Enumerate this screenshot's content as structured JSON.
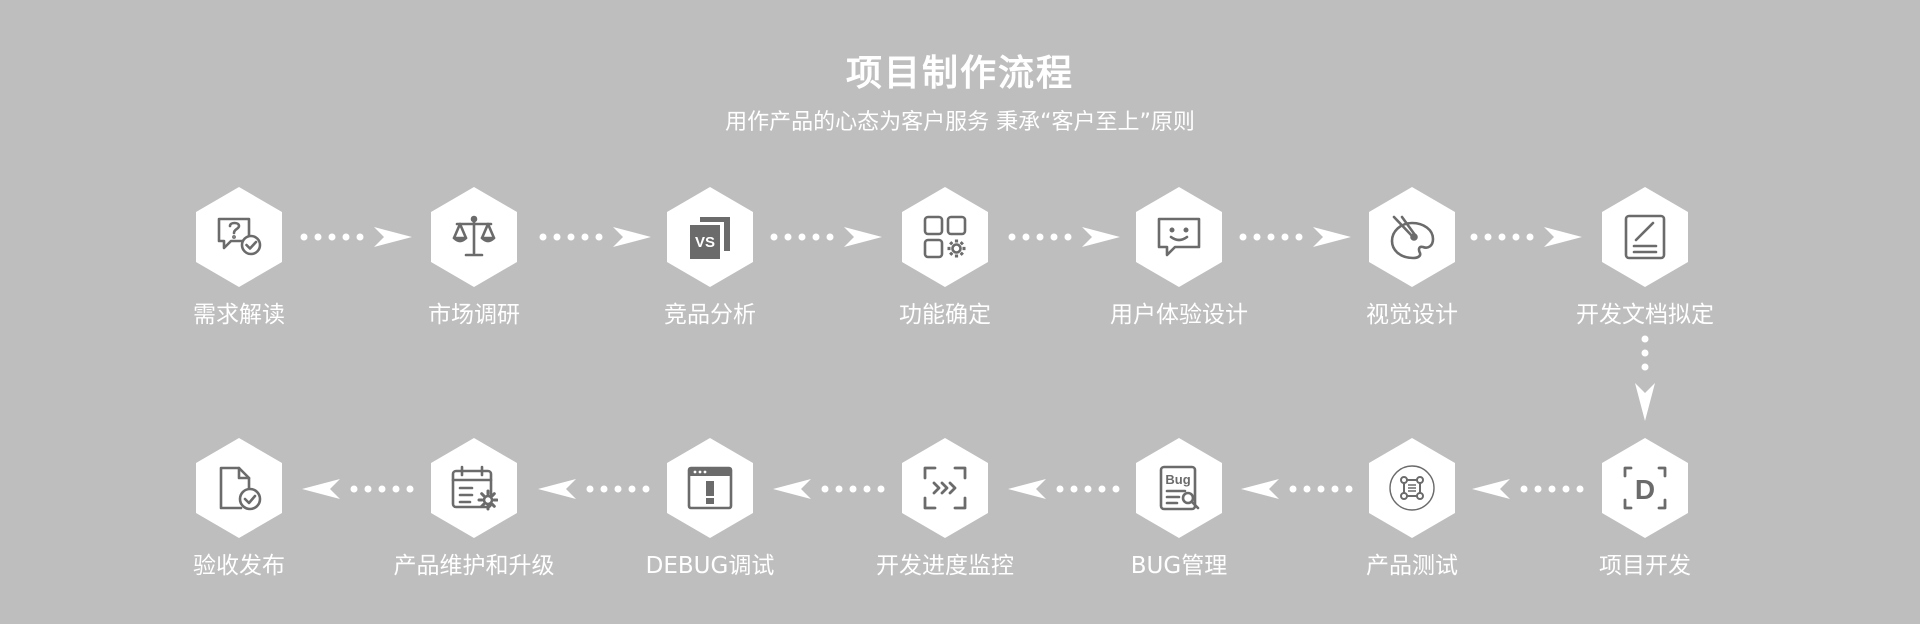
{
  "header": {
    "title": "项目制作流程",
    "subtitle": "用作产品的心态为客户服务 秉承“客户至上”原则"
  },
  "steps": [
    {
      "label": "需求解读",
      "icon": "question-chat-icon"
    },
    {
      "label": "市场调研",
      "icon": "balance-scale-icon"
    },
    {
      "label": "竞品分析",
      "icon": "vs-cards-icon"
    },
    {
      "label": "功能确定",
      "icon": "grid-gear-icon"
    },
    {
      "label": "用户体验设计",
      "icon": "smile-chat-icon"
    },
    {
      "label": "视觉设计",
      "icon": "palette-brush-icon"
    },
    {
      "label": "开发文档拟定",
      "icon": "document-pen-icon"
    },
    {
      "label": "项目开发",
      "icon": "code-d-icon"
    },
    {
      "label": "产品测试",
      "icon": "test-node-icon"
    },
    {
      "label": "BUG管理",
      "icon": "bug-document-icon"
    },
    {
      "label": "开发进度监控",
      "icon": "progress-scan-icon"
    },
    {
      "label": "DEBUG调试",
      "icon": "warning-window-icon"
    },
    {
      "label": "产品维护和升级",
      "icon": "calendar-gear-icon"
    },
    {
      "label": "验收发布",
      "icon": "file-check-icon"
    }
  ],
  "bug_icon_text": "Bug",
  "vs_icon_text": "VS",
  "d_icon_text": "D",
  "colors": {
    "background": "#bebebe",
    "hex_fill": "#ffffff",
    "icon": "#6b6b6b",
    "text": "#ffffff"
  }
}
